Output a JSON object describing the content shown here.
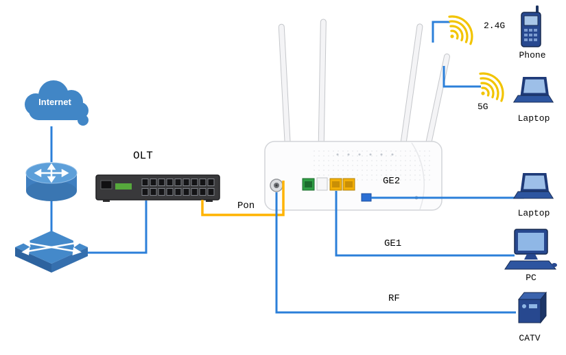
{
  "diagram": {
    "labels": {
      "internet": "Internet",
      "olt": "OLT",
      "pon": "Pon",
      "ge2": "GE2",
      "ge1": "GE1",
      "rf": "RF",
      "band24": "2.4G",
      "band5": "5G",
      "phone": "Phone",
      "laptop_top": "Laptop",
      "laptop_mid": "Laptop",
      "pc": "PC",
      "catv": "CATV"
    },
    "colors": {
      "line_blue": "#2b7fd9",
      "line_yellow": "#ffb300",
      "cloud_blue": "#4186c6",
      "device_navy": "#27488f",
      "wifi_yellow": "#f2c400",
      "olt_body": "#39393b",
      "port_green": "#2f9e44",
      "port_yellow": "#f3b007"
    },
    "connections": [
      {
        "from": "internet",
        "to": "core-router",
        "label": ""
      },
      {
        "from": "core-router",
        "to": "core-switch",
        "label": ""
      },
      {
        "from": "core-switch",
        "to": "olt",
        "label": ""
      },
      {
        "from": "olt",
        "to": "onu-router",
        "label": "Pon"
      },
      {
        "from": "onu-router",
        "to": "phone",
        "label": "2.4G"
      },
      {
        "from": "onu-router",
        "to": "laptop",
        "label": "5G"
      },
      {
        "from": "onu-router",
        "to": "laptop",
        "label": "GE2"
      },
      {
        "from": "onu-router",
        "to": "pc",
        "label": "GE1"
      },
      {
        "from": "onu-router",
        "to": "catv",
        "label": "RF"
      }
    ]
  }
}
